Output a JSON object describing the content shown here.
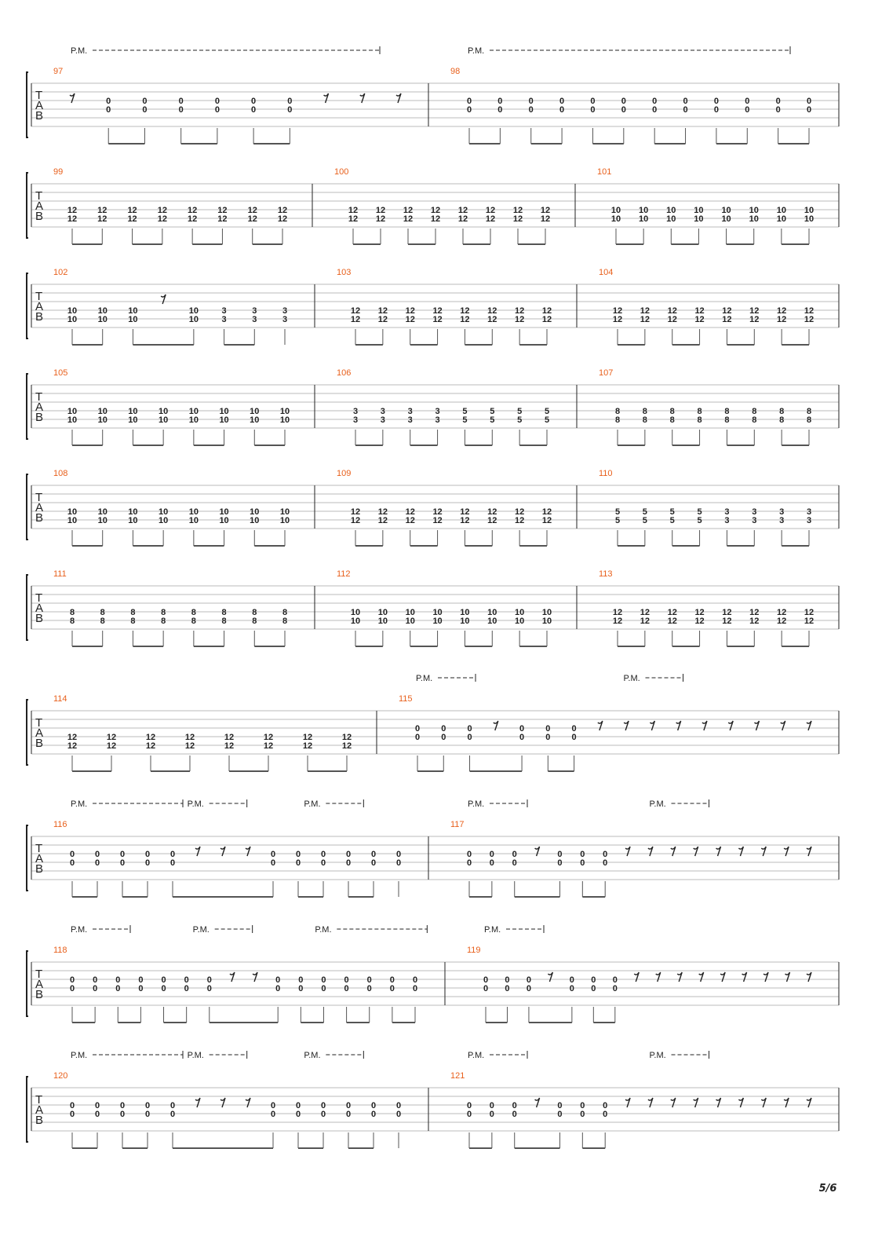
{
  "page": {
    "number": "5/6"
  },
  "labels": {
    "palm_mute": "P.M.",
    "clef": [
      "T",
      "A",
      "B"
    ]
  },
  "colors": {
    "measure_number": "#e8601c",
    "staff_line": "#bbbbbb",
    "ink": "#222222"
  },
  "systems": [
    {
      "measures": [
        {
          "number": "97",
          "note_count": 6,
          "strings": [
            3,
            3
          ],
          "frets": [
            "0",
            "0"
          ],
          "rests_before": 1,
          "rests_after": 3,
          "pm": [
            "whole"
          ]
        },
        {
          "number": "98",
          "note_count": 12,
          "strings": [
            3,
            3
          ],
          "frets": [
            "0",
            "0"
          ],
          "pm": [
            "whole"
          ]
        }
      ]
    },
    {
      "measures": [
        {
          "number": "99",
          "note_count": 8,
          "strings": [
            4,
            4
          ],
          "frets": [
            "12",
            "12"
          ]
        },
        {
          "number": "100",
          "note_count": 8,
          "strings": [
            4,
            4
          ],
          "frets": [
            "12",
            "12"
          ]
        },
        {
          "number": "101",
          "note_count": 8,
          "strings": [
            4,
            4
          ],
          "frets": [
            "10",
            "10"
          ]
        }
      ]
    },
    {
      "measures": [
        {
          "number": "102",
          "note_count": 7,
          "strings": [
            4,
            4
          ],
          "frets": [
            "10",
            "10",
            "10",
            "10",
            "3",
            "3",
            "3"
          ],
          "rests_mid": 1
        },
        {
          "number": "103",
          "note_count": 8,
          "strings": [
            4,
            4
          ],
          "frets": [
            "12",
            "12"
          ]
        },
        {
          "number": "104",
          "note_count": 8,
          "strings": [
            4,
            4
          ],
          "frets": [
            "12",
            "12"
          ]
        }
      ]
    },
    {
      "measures": [
        {
          "number": "105",
          "note_count": 8,
          "strings": [
            4,
            4
          ],
          "frets": [
            "10",
            "10"
          ]
        },
        {
          "number": "106",
          "note_count": 8,
          "strings": [
            4,
            4
          ],
          "frets": [
            "3",
            "3",
            "3",
            "3",
            "5",
            "5",
            "5",
            "5"
          ]
        },
        {
          "number": "107",
          "note_count": 8,
          "strings": [
            4,
            4
          ],
          "frets": [
            "8",
            "8"
          ]
        }
      ]
    },
    {
      "measures": [
        {
          "number": "108",
          "note_count": 8,
          "strings": [
            4,
            4
          ],
          "frets": [
            "10",
            "10"
          ]
        },
        {
          "number": "109",
          "note_count": 8,
          "strings": [
            4,
            4
          ],
          "frets": [
            "12",
            "12"
          ]
        },
        {
          "number": "110",
          "note_count": 8,
          "strings": [
            4,
            4
          ],
          "frets": [
            "5",
            "5",
            "5",
            "5",
            "3",
            "3",
            "3",
            "3"
          ]
        }
      ]
    },
    {
      "measures": [
        {
          "number": "111",
          "note_count": 8,
          "strings": [
            4,
            4
          ],
          "frets": [
            "8",
            "8"
          ]
        },
        {
          "number": "112",
          "note_count": 8,
          "strings": [
            4,
            4
          ],
          "frets": [
            "10",
            "10"
          ]
        },
        {
          "number": "113",
          "note_count": 8,
          "strings": [
            4,
            4
          ],
          "frets": [
            "12",
            "12"
          ]
        }
      ]
    },
    {
      "measures": [
        {
          "number": "114",
          "note_count": 8,
          "strings": [
            4,
            4
          ],
          "frets": [
            "12",
            "12"
          ]
        },
        {
          "number": "115",
          "note_count": 6,
          "strings": [
            3,
            3
          ],
          "frets": [
            "0",
            "0"
          ],
          "rests_mid": 1,
          "rests_after": 9,
          "pm": [
            "short",
            "short"
          ]
        }
      ]
    },
    {
      "measures": [
        {
          "number": "116",
          "note_count": 11,
          "strings": [
            3,
            3
          ],
          "frets": [
            "0",
            "0"
          ],
          "rests_mid": 3,
          "pm": [
            "long",
            "short",
            "short"
          ]
        },
        {
          "number": "117",
          "note_count": 6,
          "strings": [
            3,
            3
          ],
          "frets": [
            "0",
            "0"
          ],
          "rests_mid": 1,
          "rests_after": 9,
          "pm": [
            "short",
            "short"
          ]
        }
      ]
    },
    {
      "measures": [
        {
          "number": "118",
          "note_count": 14,
          "strings": [
            3,
            3
          ],
          "frets": [
            "0",
            "0"
          ],
          "rests_mid": 2,
          "pm": [
            "short",
            "short",
            "long"
          ]
        },
        {
          "number": "119",
          "note_count": 6,
          "strings": [
            3,
            3
          ],
          "frets": [
            "0",
            "0"
          ],
          "rests_mid": 1,
          "rests_after": 9,
          "pm": [
            "short"
          ]
        }
      ]
    },
    {
      "measures": [
        {
          "number": "120",
          "note_count": 11,
          "strings": [
            3,
            3
          ],
          "frets": [
            "0",
            "0"
          ],
          "rests_mid": 3,
          "pm": [
            "long",
            "short",
            "short"
          ]
        },
        {
          "number": "121",
          "note_count": 6,
          "strings": [
            3,
            3
          ],
          "frets": [
            "0",
            "0"
          ],
          "rests_mid": 1,
          "rests_after": 9,
          "pm": [
            "short",
            "short"
          ]
        }
      ]
    }
  ]
}
